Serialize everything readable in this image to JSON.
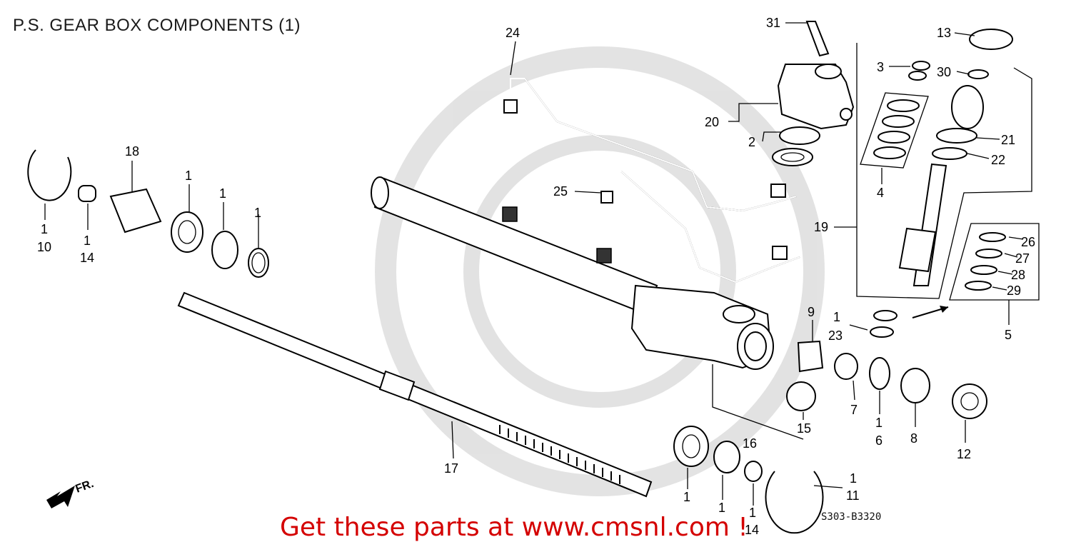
{
  "title": "P.S. GEAR BOX COMPONENTS (1)",
  "diagram_code": "S303-B3320",
  "promo_text": "Get these parts at www.cmsnl.com !",
  "direction_label": "FR.",
  "callouts": [
    {
      "id": "c31",
      "text": "31"
    },
    {
      "id": "c13",
      "text": "13"
    },
    {
      "id": "c3",
      "text": "3"
    },
    {
      "id": "c30",
      "text": "30"
    },
    {
      "id": "c24",
      "text": "24"
    },
    {
      "id": "c20",
      "text": "20"
    },
    {
      "id": "c2",
      "text": "2"
    },
    {
      "id": "c21",
      "text": "21"
    },
    {
      "id": "c22",
      "text": "22"
    },
    {
      "id": "c4",
      "text": "4"
    },
    {
      "id": "c18",
      "text": "18"
    },
    {
      "id": "c1a",
      "text": "1"
    },
    {
      "id": "c1b",
      "text": "1"
    },
    {
      "id": "c1c",
      "text": "1"
    },
    {
      "id": "c25",
      "text": "25"
    },
    {
      "id": "c1d",
      "text": "1"
    },
    {
      "id": "c10",
      "text": "10"
    },
    {
      "id": "c1e",
      "text": "1"
    },
    {
      "id": "c14a",
      "text": "14"
    },
    {
      "id": "c19",
      "text": "19"
    },
    {
      "id": "c26",
      "text": "26"
    },
    {
      "id": "c27",
      "text": "27"
    },
    {
      "id": "c28",
      "text": "28"
    },
    {
      "id": "c29",
      "text": "29"
    },
    {
      "id": "c9",
      "text": "9"
    },
    {
      "id": "c1f",
      "text": "1"
    },
    {
      "id": "c23",
      "text": "23"
    },
    {
      "id": "c5",
      "text": "5"
    },
    {
      "id": "c7",
      "text": "7"
    },
    {
      "id": "c1g",
      "text": "1"
    },
    {
      "id": "c6",
      "text": "6"
    },
    {
      "id": "c8",
      "text": "8"
    },
    {
      "id": "c12",
      "text": "12"
    },
    {
      "id": "c15",
      "text": "15"
    },
    {
      "id": "c16",
      "text": "16"
    },
    {
      "id": "c17",
      "text": "17"
    },
    {
      "id": "c1h",
      "text": "1"
    },
    {
      "id": "c11",
      "text": "11"
    },
    {
      "id": "c1i",
      "text": "1"
    },
    {
      "id": "c1j",
      "text": "1"
    },
    {
      "id": "c1k",
      "text": "1"
    },
    {
      "id": "c14b",
      "text": "14"
    }
  ]
}
